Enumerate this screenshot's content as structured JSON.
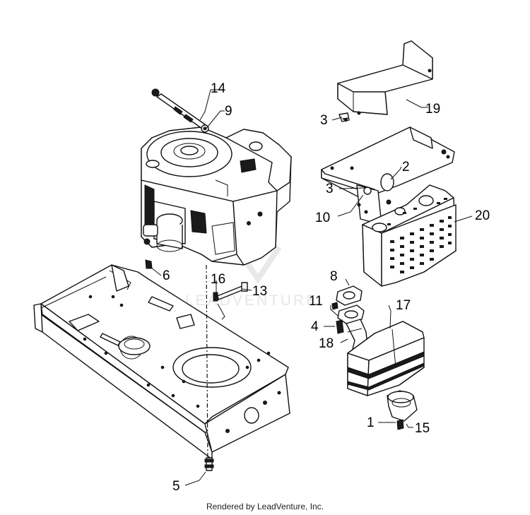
{
  "callouts": [
    "14",
    "9",
    "19",
    "3",
    "2",
    "3",
    "10",
    "20",
    "6",
    "16",
    "13",
    "8",
    "11",
    "17",
    "4",
    "18",
    "1",
    "15",
    "5"
  ],
  "watermark": "LEADVENTURE",
  "footer": "Rendered by LeadVenture, Inc."
}
